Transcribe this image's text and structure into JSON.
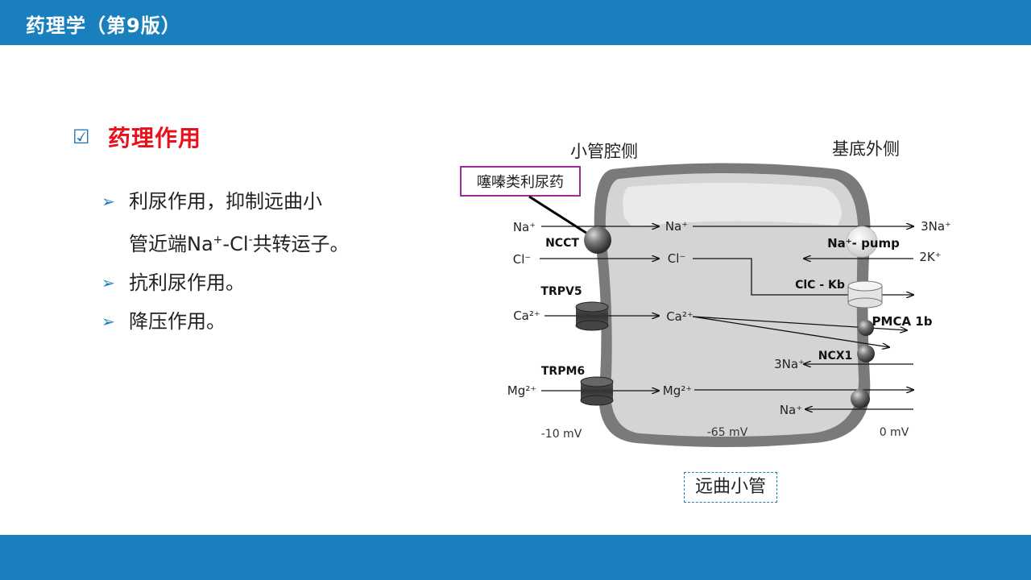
{
  "header": {
    "title": "药理学（第9版）"
  },
  "section": {
    "title": "药理作用"
  },
  "bullets": [
    {
      "line1": "利尿作用，抑制远曲小",
      "line2_pre": "管近端Na",
      "line2_sup1": "+",
      "line2_mid": "-Cl",
      "line2_sup2": "-",
      "line2_post": "共转运子。"
    },
    {
      "text": "抗利尿作用。"
    },
    {
      "text": "降压作用。"
    }
  ],
  "diagram": {
    "lumen_side": "小管腔侧",
    "basolateral_side": "基底外侧",
    "drug_label": "噻嗪类利尿药",
    "transporters": {
      "ncct": "NCCT",
      "na_pump": "Na⁺- pump",
      "clc_kb": "ClC - Kb",
      "trpv5": "TRPV5",
      "pmca": "PMCA 1b",
      "ncx1": "NCX1",
      "trpm6": "TRPM6"
    },
    "ions": {
      "na_lumen": "Na⁺",
      "na_cell": "Na⁺",
      "three_na_out": "3Na⁺",
      "cl_lumen": "Cl⁻",
      "cl_cell": "Cl⁻",
      "two_k": "2K⁺",
      "ca_lumen": "Ca²⁺",
      "ca_cell": "Ca²⁺",
      "three_na_in": "3Na⁺",
      "mg_lumen": "Mg²⁺",
      "mg_cell": "Mg²⁺",
      "na_in_bottom": "Na⁺"
    },
    "potentials": {
      "lumen": "-10 mV",
      "cell": "-65 mV",
      "blood": "0 mV"
    },
    "caption": "远曲小管"
  }
}
